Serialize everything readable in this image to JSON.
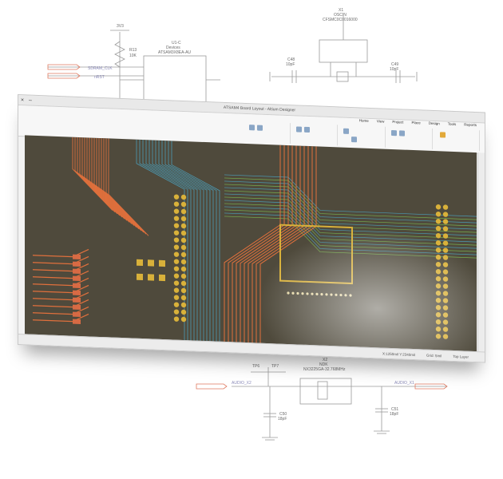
{
  "schematic": {
    "power_label": "3V3",
    "resistor_ref": "R13",
    "resistor_value": "10K",
    "ic_ref": "U1-C",
    "ic_line2": "Devices",
    "ic_line3": "ATSAM3X8EA-AU",
    "sig_sdram_clk": "SDRAM_CLK",
    "sig_nrst": "nRST",
    "crystal_ref": "X1",
    "crystal_line2": "OSCIN",
    "crystal_line3": "CFSMC0C0016000",
    "cap_c48": "C48",
    "cap_c48_val": "10pF",
    "cap_c49": "C49",
    "cap_c49_val": "10pF",
    "bottom_x2": "X2",
    "bottom_x2_line2": "NDK",
    "bottom_x2_line3": "NX3225GA-32.768MHz",
    "audio_x1": "AUDIO_X1",
    "audio_x2": "AUDIO_X2",
    "tp_left": "TP6",
    "tp_right": "TP7",
    "cap_c50": "C50",
    "cap_c51": "C51",
    "cap_val": "18pF"
  },
  "window": {
    "title": "ATSAM4 Board Layout - Altium Designer",
    "tabs": [
      "Home",
      "View",
      "Project",
      "Place",
      "Design",
      "Tools",
      "Reports"
    ],
    "status_items": [
      "X:1250mil Y:2340mil",
      "Grid: 5mil",
      "Top Layer"
    ]
  },
  "colors": {
    "board_bg": "#4f4a3c",
    "top_copper": "#e0703c",
    "bottom_copper": "#4b9bb5",
    "pad_gold": "#d9b13a",
    "inner_layer": "#78b04f"
  }
}
